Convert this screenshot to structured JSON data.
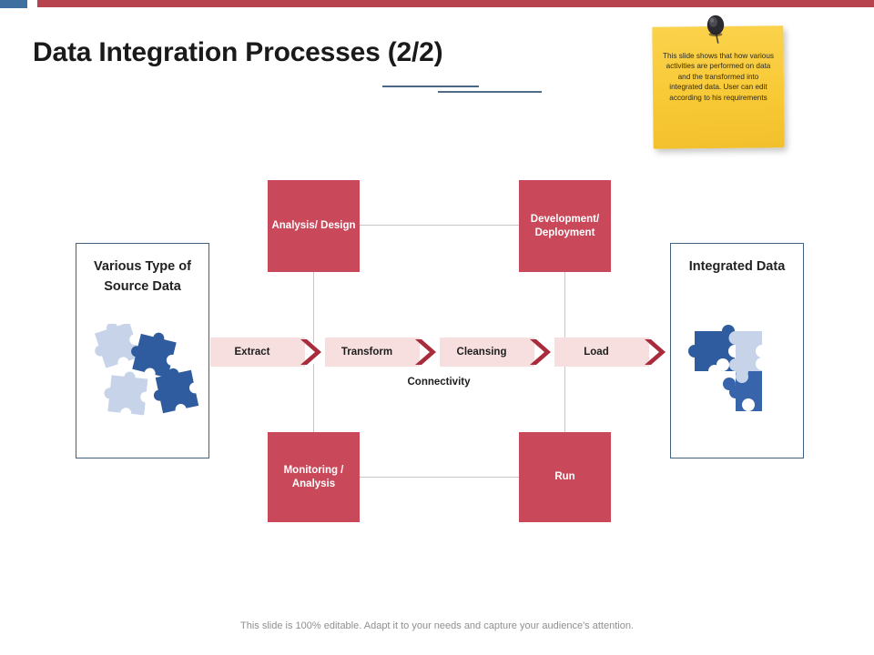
{
  "slide": {
    "title": "Data Integration Processes (2/2)",
    "footer": "This slide is 100% editable. Adapt it to your needs and capture your audience's attention."
  },
  "theme": {
    "accent_red": "#c9485a",
    "bar_red": "#b7434f",
    "bar_blue": "#3f6f9f",
    "rule_blue": "#4a6785",
    "chevron_fill": "#f7dfe0",
    "chevron_arrow": "#a82c3c",
    "note_yellow": "#f9cd40",
    "panel_border": "#41617f",
    "connector_gray": "#c6c6c6",
    "puzzle_dark": "#2f5c9e",
    "puzzle_light": "#c6d3e8",
    "footer_gray": "#8f8f8f"
  },
  "note": {
    "text": "This slide shows that how various activities are performed on data and the transformed into integrated data. User can edit according to his requirements",
    "pin_icon": "push-pin-icon"
  },
  "panels": {
    "left": {
      "title": "Various Type of Source Data",
      "art_icon": "scattered-puzzle-pieces-icon"
    },
    "right": {
      "title": "Integrated Data",
      "art_icon": "assembled-puzzle-pieces-icon"
    }
  },
  "process_boxes": [
    {
      "key": "analysis",
      "label": "Analysis/ Design"
    },
    {
      "key": "development",
      "label": "Development/ Deployment"
    },
    {
      "key": "monitoring",
      "label": "Monitoring / Analysis"
    },
    {
      "key": "run",
      "label": "Run"
    }
  ],
  "flow": {
    "steps": [
      {
        "label": "Extract"
      },
      {
        "label": "Transform"
      },
      {
        "label": "Cleansing"
      },
      {
        "label": "Load"
      }
    ],
    "caption": "Connectivity"
  }
}
